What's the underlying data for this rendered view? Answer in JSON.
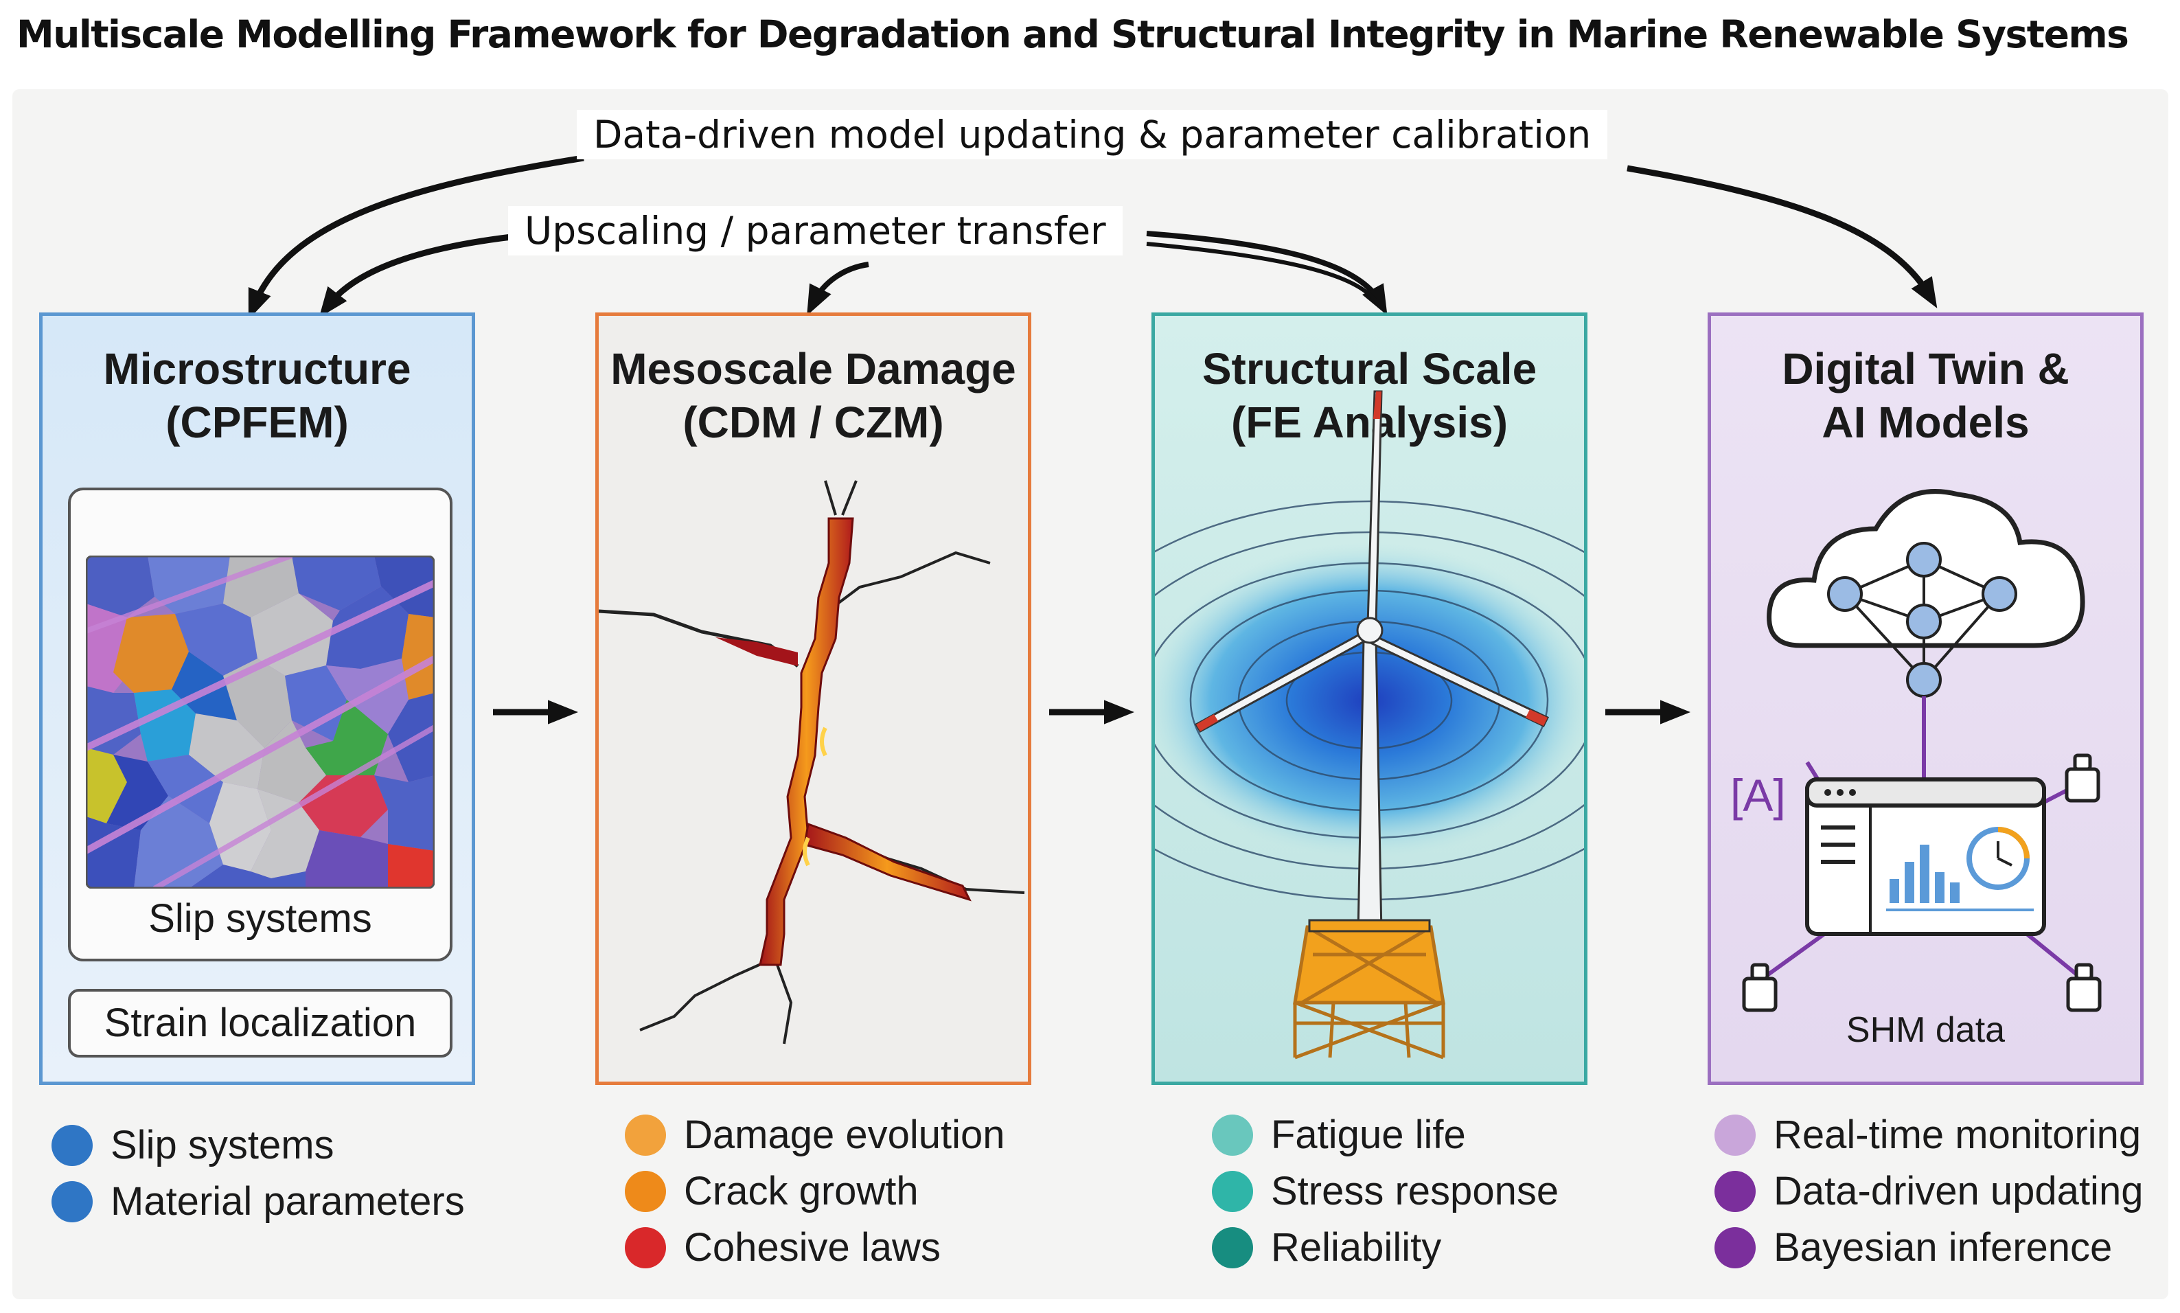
{
  "title": "Multiscale Modelling Framework for Degradation and Structural Integrity in Marine Renewable Systems",
  "feedback": {
    "model_updating": "Data-driven model updating & parameter calibration",
    "upscaling": "Upscaling / parameter transfer"
  },
  "panels": [
    {
      "title_line1": "Microstructure",
      "title_line2": "(CPFEM)",
      "inner_label": "Slip systems",
      "box_label": "Strain localization",
      "legend": [
        {
          "label": "Slip systems",
          "color": "#2f76c5"
        },
        {
          "label": "Material parameters",
          "color": "#2f76c5"
        }
      ]
    },
    {
      "title_line1": "Mesoscale Damage",
      "title_line2": "(CDM / CZM)",
      "legend": [
        {
          "label": "Damage evolution",
          "color": "#f2a23c"
        },
        {
          "label": "Crack growth",
          "color": "#ee8a1a"
        },
        {
          "label": "Cohesive laws",
          "color": "#d9282a"
        }
      ]
    },
    {
      "title_line1": "Structural Scale",
      "title_line2": "(FE Analysis)",
      "legend": [
        {
          "label": "Fatigue life",
          "color": "#69c7bd"
        },
        {
          "label": "Stress response",
          "color": "#2fb5a8"
        },
        {
          "label": "Reliability",
          "color": "#178d80"
        }
      ]
    },
    {
      "title_line1": "Digital Twin &",
      "title_line2": "AI Models",
      "shm_label": "SHM data",
      "ai_marker": "[A]",
      "legend": [
        {
          "label": "Real-time monitoring",
          "color": "#c9a6da"
        },
        {
          "label": "Data-driven updating",
          "color": "#7b2f9c"
        },
        {
          "label": "Bayesian inference",
          "color": "#7b2f9c"
        }
      ]
    }
  ],
  "colors": {
    "micro_border": "#5b97d1",
    "meso_border": "#e67b3c",
    "struct_border": "#3aa8a2",
    "twin_border": "#9b6fc0",
    "arrow": "#111111"
  }
}
